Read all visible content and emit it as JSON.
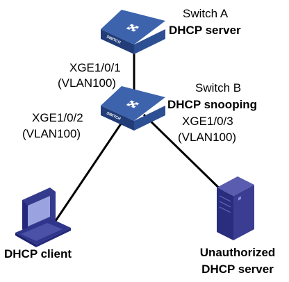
{
  "colors": {
    "switch_top": "#3d63ad",
    "switch_side": "#223d78",
    "switch_front": "#2d4f93",
    "link": "#000000",
    "pc_body": "#343a8c",
    "pc_screen": "#9aa3e0",
    "server_body": "#3b3d92"
  },
  "switch_a": {
    "name": "Switch A",
    "role": "DHCP server",
    "badge": "SWITCH"
  },
  "switch_b": {
    "name": "Switch B",
    "role": "DHCP snooping",
    "badge": "SWITCH"
  },
  "ports": {
    "p1": {
      "iface": "XGE1/0/1",
      "vlan": "(VLAN100)"
    },
    "p2": {
      "iface": "XGE1/0/2",
      "vlan": "(VLAN100)"
    },
    "p3": {
      "iface": "XGE1/0/3",
      "vlan": "(VLAN100)"
    }
  },
  "client": {
    "label": "DHCP client",
    "icon": "desktop-pc-icon"
  },
  "rogue_server": {
    "line1": "Unauthorized",
    "line2": "DHCP server",
    "icon": "server-tower-icon"
  }
}
